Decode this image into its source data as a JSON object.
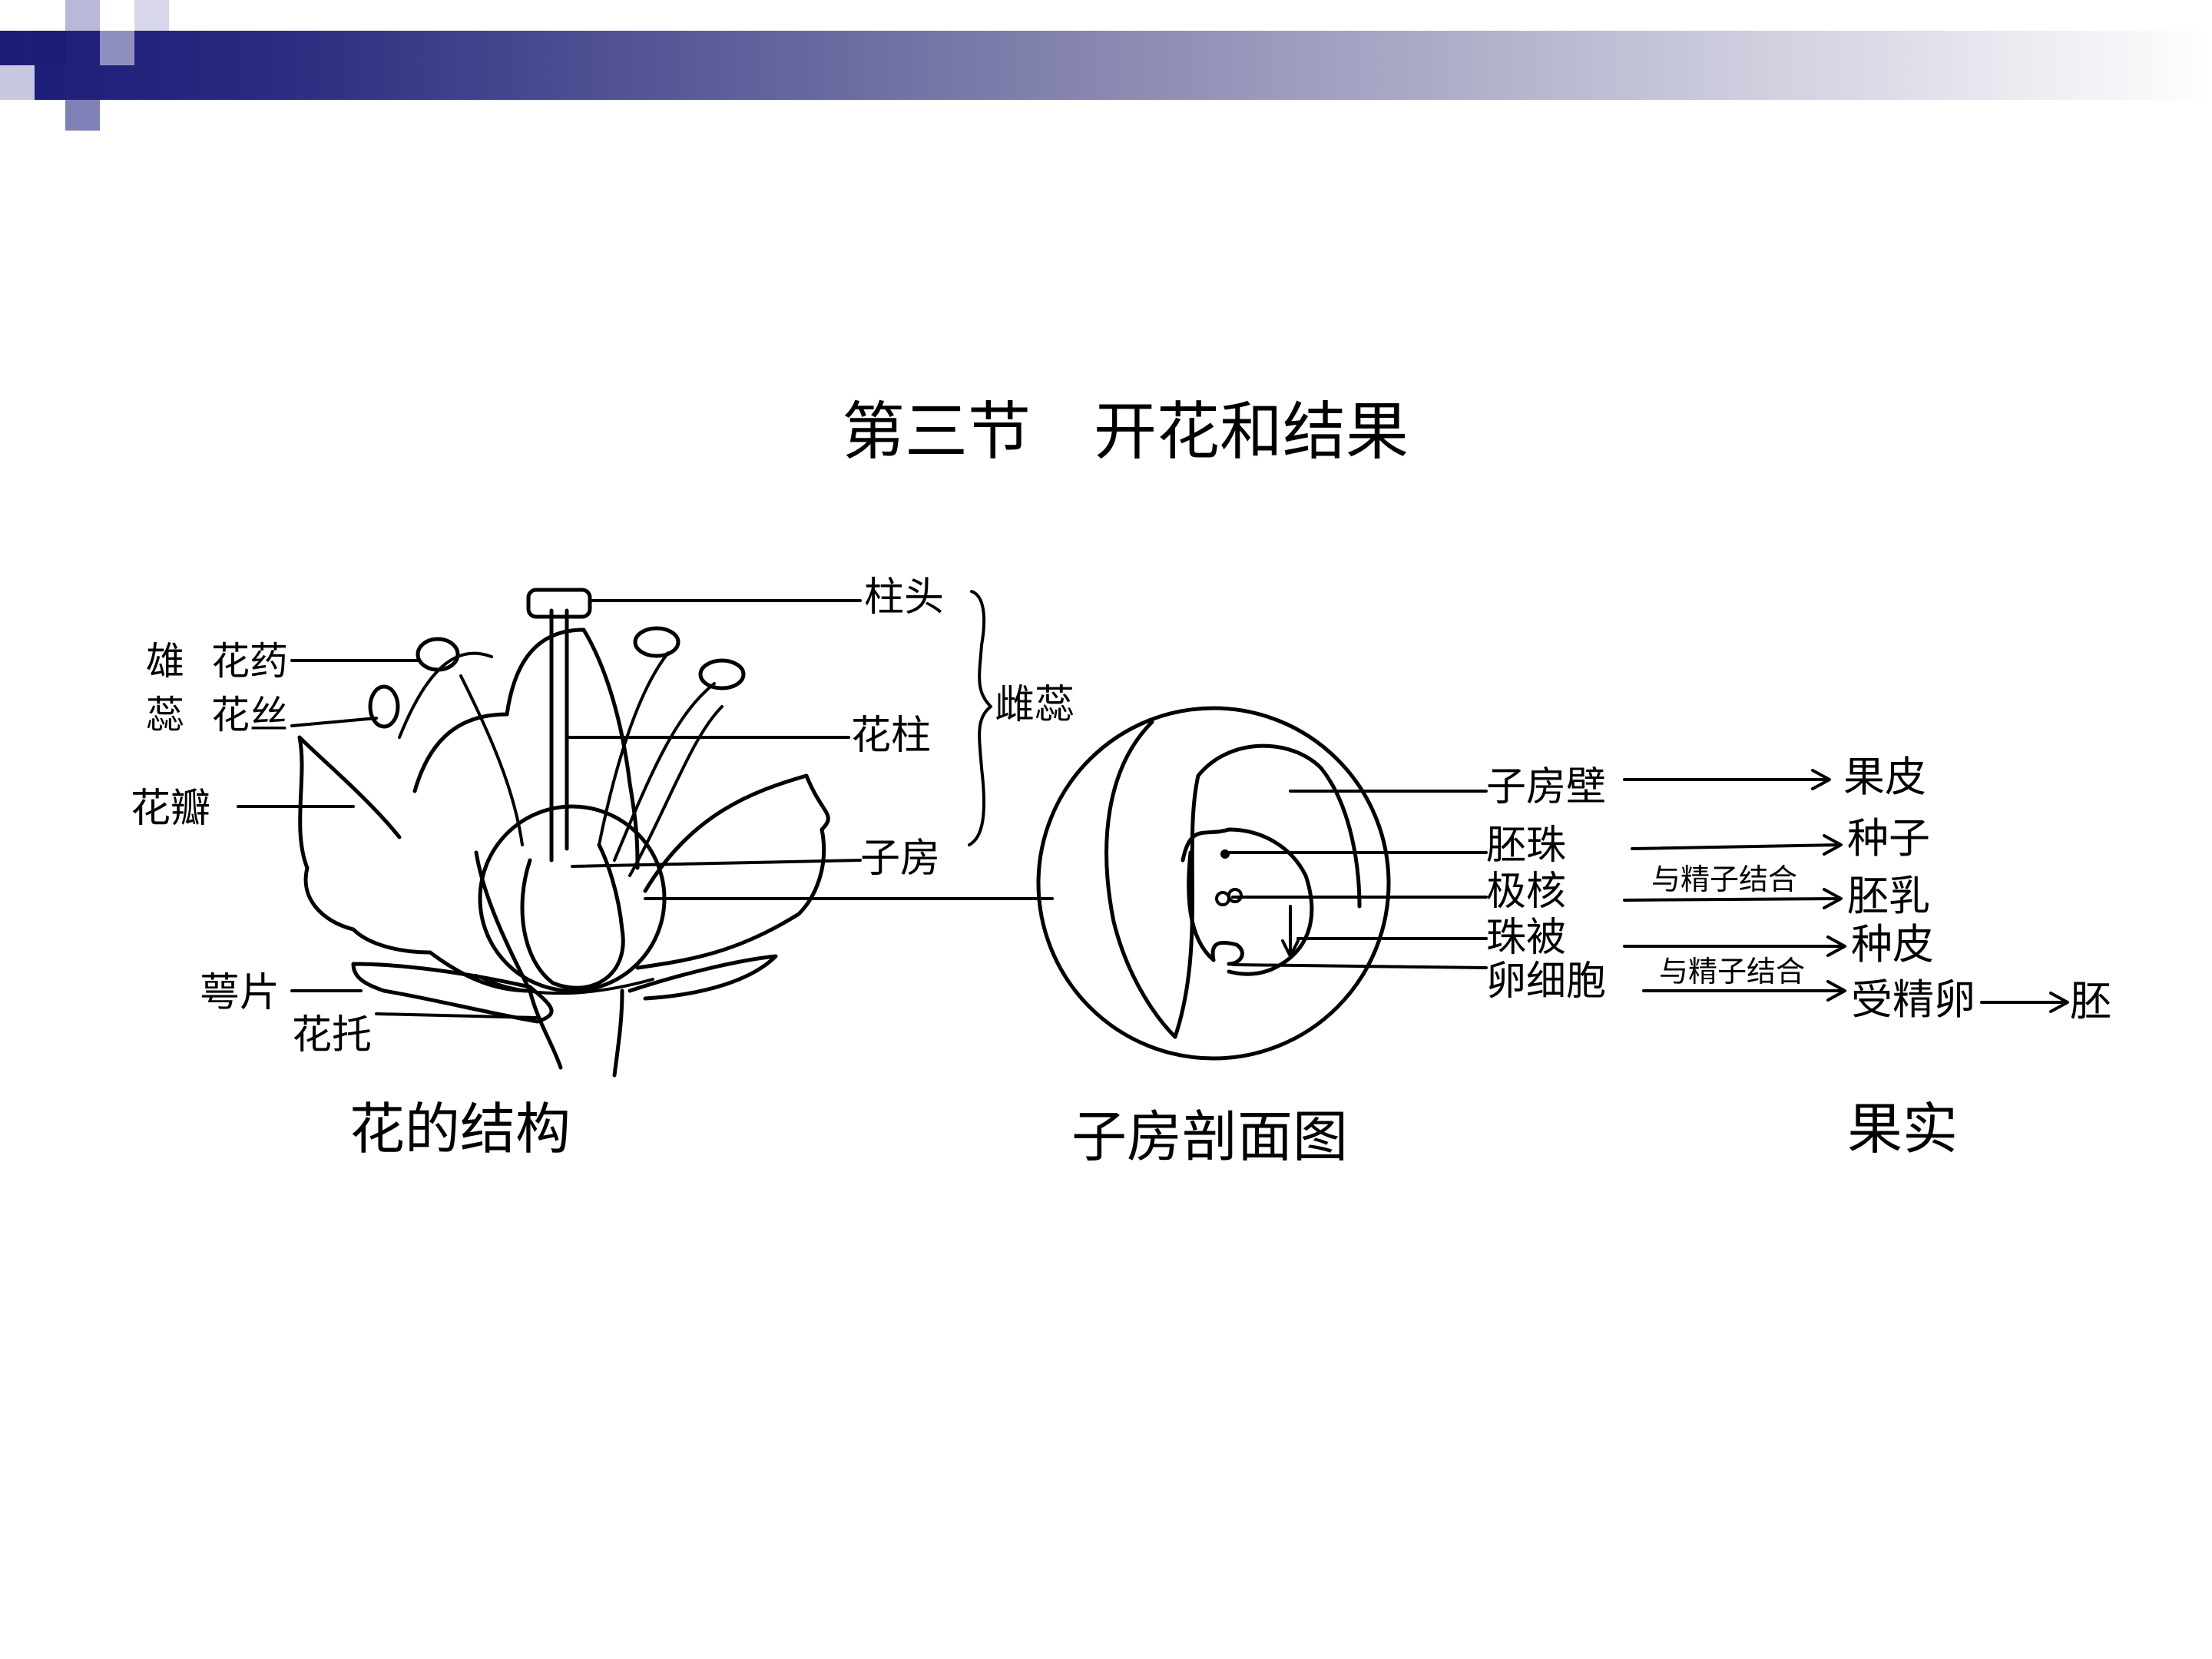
{
  "title": "第三节　开花和结果",
  "flower_structure": {
    "caption": "花的结构",
    "labels": {
      "stamen_group": "雄蕊",
      "anther": "花药",
      "filament": "花丝",
      "petal": "花瓣",
      "sepal": "萼片",
      "receptacle": "花托",
      "stigma": "柱头",
      "style": "花柱",
      "ovary": "子房",
      "pistil_group": "雌蕊"
    }
  },
  "ovary_section": {
    "caption": "子房剖面图",
    "labels": {
      "ovary_wall": "子房壁",
      "ovule": "胚珠",
      "polar_nuclei": "极核",
      "integument": "珠被",
      "egg_cell": "卵细胞"
    },
    "fusion_note_1": "与精子结合",
    "fusion_note_2": "与精子结合"
  },
  "fruit": {
    "caption": "果实",
    "labels": {
      "pericarp": "果皮",
      "seed": "种子",
      "endosperm": "胚乳",
      "seed_coat": "种皮",
      "fertilized_egg": "受精卵",
      "embryo": "胚"
    }
  }
}
